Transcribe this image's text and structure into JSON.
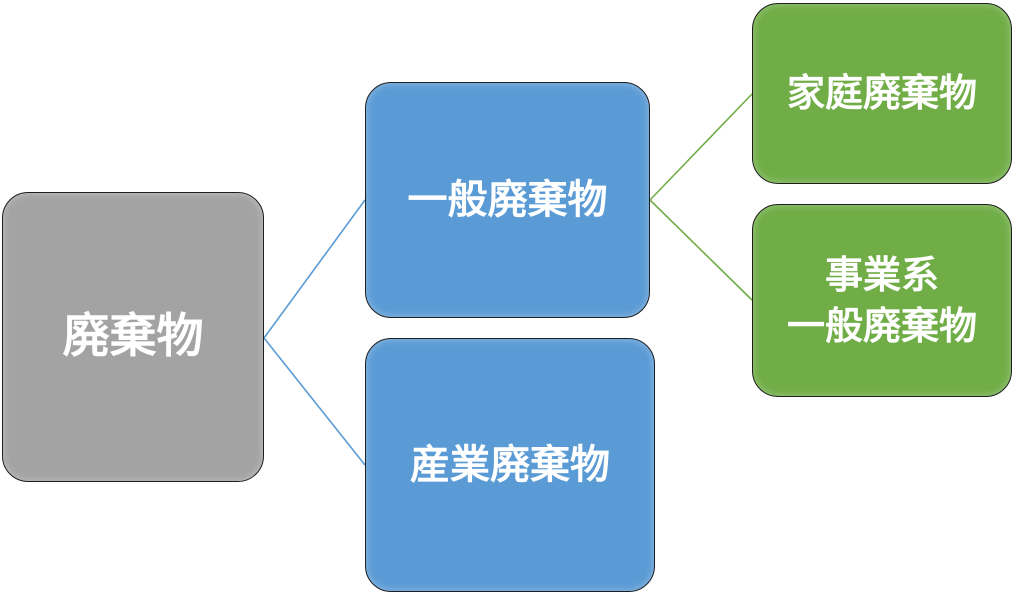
{
  "diagram": {
    "root": {
      "label": "廃棄物"
    },
    "level1": [
      {
        "id": "general",
        "label": "一般廃棄物"
      },
      {
        "id": "industrial",
        "label": "産業廃棄物"
      }
    ],
    "level2": [
      {
        "id": "household",
        "parent": "general",
        "label": "家庭廃棄物"
      },
      {
        "id": "business",
        "parent": "general",
        "label": "事業系\n一般廃棄物"
      }
    ]
  },
  "colors": {
    "root_fill": "#a3a3a3",
    "level1_fill": "#5b9bd5",
    "level2_fill": "#70ad47",
    "level1_connector": "#5b9bd5",
    "level2_connector": "#70ad47",
    "text": "#ffffff"
  }
}
